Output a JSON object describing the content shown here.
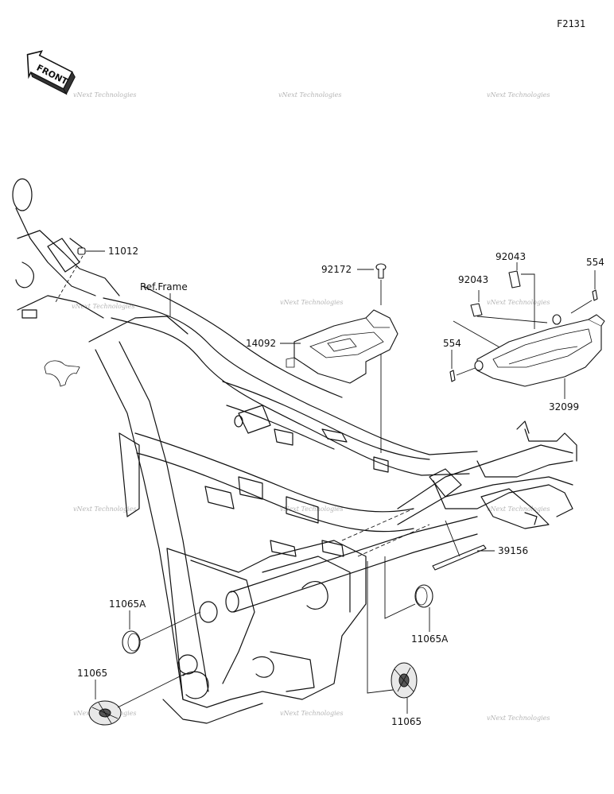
{
  "figure_code": "F2131",
  "front_badge": "FRONT",
  "watermark": "vNext Technologies",
  "ref_frame_label": "Ref.Frame",
  "callouts": {
    "p11012": "11012",
    "p92172": "92172",
    "p92043a": "92043",
    "p92043b": "92043",
    "p554a": "554",
    "p554b": "554",
    "p14092": "14092",
    "p32099": "32099",
    "p39156": "39156",
    "p11065A_left": "11065A",
    "p11065A_right": "11065A",
    "p11065_left": "11065",
    "p11065_right": "11065"
  }
}
